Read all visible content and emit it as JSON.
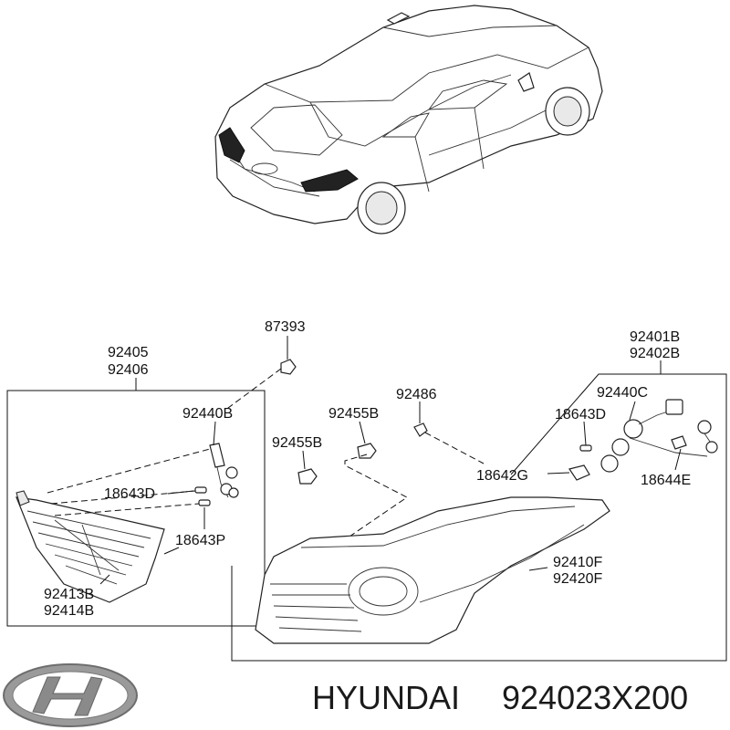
{
  "callouts": {
    "c87393": "87393",
    "c92405": "92405",
    "c92406": "92406",
    "c92401B": "92401B",
    "c92402B": "92402B",
    "c92440B": "92440B",
    "c92455B_a": "92455B",
    "c92455B_b": "92455B",
    "c92486": "92486",
    "c92440C": "92440C",
    "c18643D_a": "18643D",
    "c18643D_b": "18643D",
    "c18643P": "18643P",
    "c18642G": "18642G",
    "c18644E": "18644E",
    "c92410F": "92410F",
    "c92420F": "92420F",
    "c92413B": "92413B",
    "c92414B": "92414B"
  },
  "footer": {
    "brand": "HYUNDAI",
    "part_number": "924023X200"
  },
  "colors": {
    "line": "#111111",
    "logo_gray": "#8a8a8a"
  }
}
